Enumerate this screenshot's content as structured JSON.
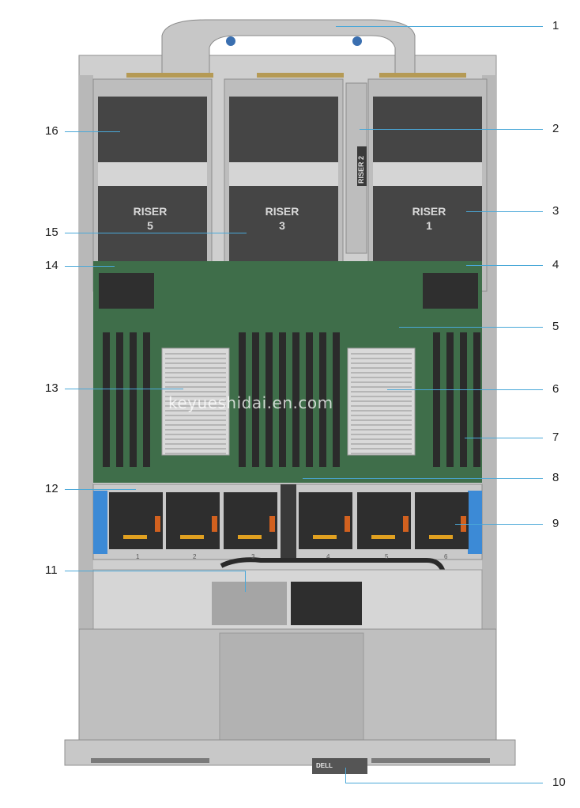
{
  "diagram": {
    "callouts": [
      "1",
      "2",
      "3",
      "4",
      "5",
      "6",
      "7",
      "8",
      "9",
      "10",
      "11",
      "12",
      "13",
      "14",
      "15",
      "16"
    ],
    "riser_labels": {
      "riser5": [
        "RISER",
        "5"
      ],
      "riser3": [
        "RISER",
        "3"
      ],
      "riser1": [
        "RISER",
        "1"
      ],
      "riser2": "RISER 2"
    },
    "fan_labels": [
      "1",
      "2",
      "3",
      "4",
      "5",
      "6"
    ],
    "watermark": "keyueshidai.en.com",
    "brand": "DELL",
    "colors": {
      "chassis": "#c8c8c8",
      "chassis_dark": "#8f8f8f",
      "riser_panel": "#4a4a4a",
      "board": "#3f6e4a",
      "dimm": "#2b2b2b",
      "fan_bracket": "#3c8ad6",
      "leader": "#4aa8d8"
    }
  }
}
